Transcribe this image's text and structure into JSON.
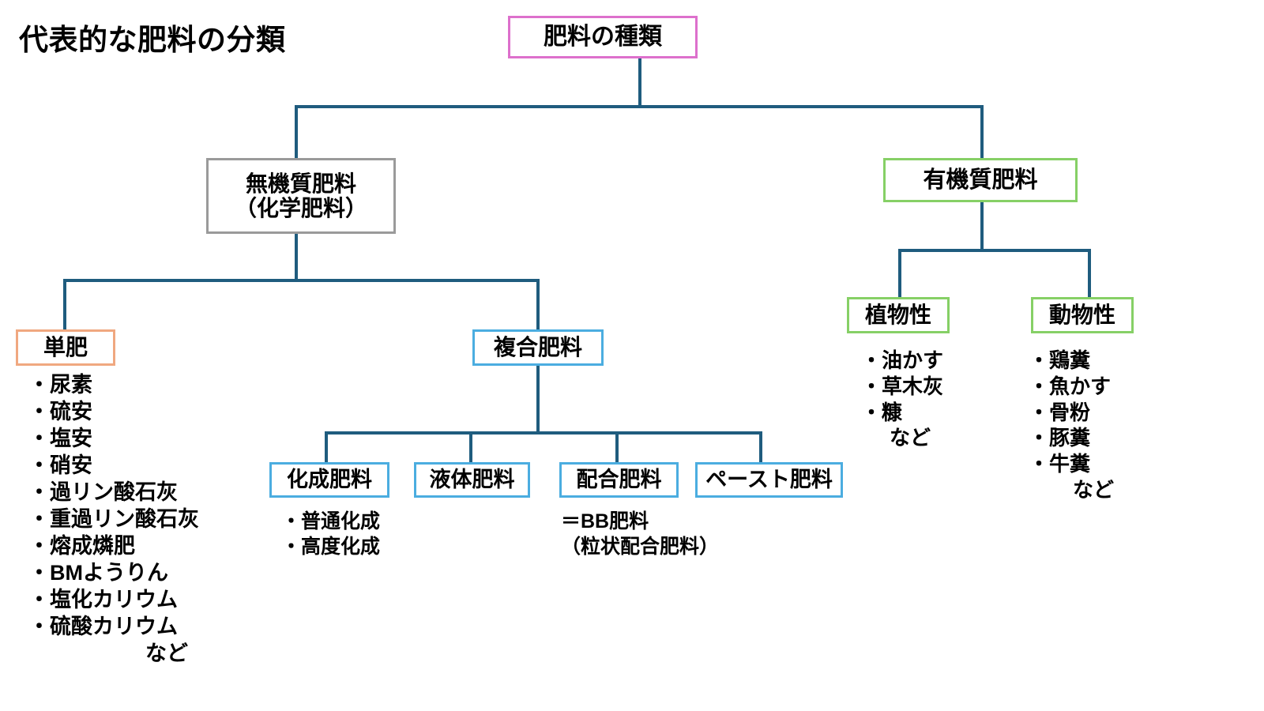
{
  "title": "代表的な肥料の分類",
  "colors": {
    "connector": "#1F5C7E",
    "root_border": "#DD70CC",
    "inorganic_border": "#9A9A9A",
    "organic_border": "#86D066",
    "tanpi_border": "#F0A880",
    "compound_border": "#4BADE0",
    "text": "#000000",
    "background": "#FFFFFF"
  },
  "nodes": {
    "root": {
      "label": "肥料の種類"
    },
    "inorganic": {
      "line1": "無機質肥料",
      "line2": "（化学肥料）"
    },
    "organic": {
      "label": "有機質肥料"
    },
    "tanpi": {
      "label": "単肥"
    },
    "compound": {
      "label": "複合肥料"
    },
    "kasei": {
      "label": "化成肥料"
    },
    "ekitai": {
      "label": "液体肥料"
    },
    "haigo": {
      "label": "配合肥料"
    },
    "paste": {
      "label": "ペースト肥料"
    },
    "plant": {
      "label": "植物性"
    },
    "animal": {
      "label": "動物性"
    }
  },
  "lists": {
    "tanpi_items": [
      "・尿素",
      "・硫安",
      "・塩安",
      "・硝安",
      "・過リン酸石灰",
      "・重過リン酸石灰",
      "・熔成燐肥",
      "・BMようりん",
      "・塩化カリウム",
      "・硫酸カリウム"
    ],
    "tanpi_nado": "など",
    "kasei_items": [
      "・普通化成",
      "・高度化成"
    ],
    "haigo_notes": [
      "＝BB肥料",
      "（粒状配合肥料）"
    ],
    "plant_items": [
      "・油かす",
      "・草木灰",
      "・糠"
    ],
    "plant_nado": "など",
    "animal_items": [
      "・鶏糞",
      "・魚かす",
      "・骨粉",
      "・豚糞",
      "・牛糞"
    ],
    "animal_nado": "など"
  }
}
